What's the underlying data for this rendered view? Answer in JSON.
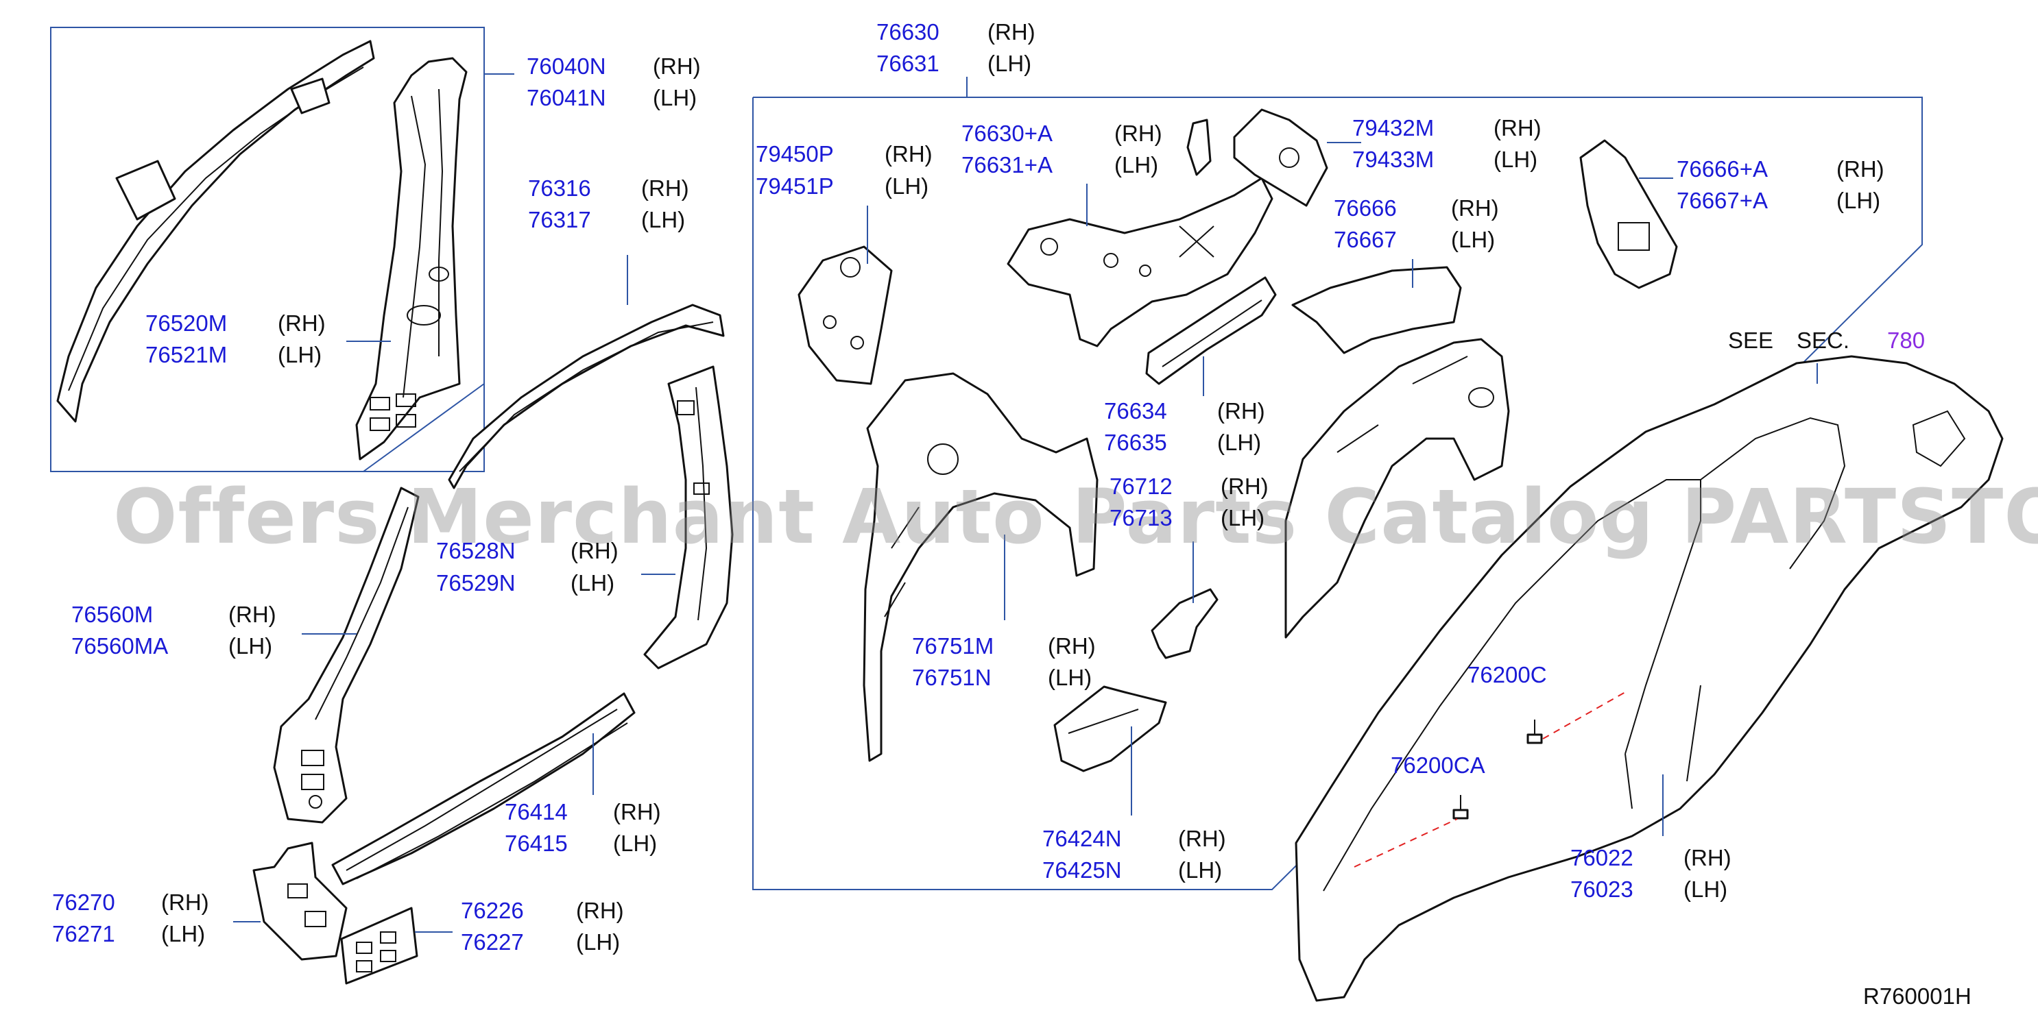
{
  "callouts": [
    {
      "pn": "76040N",
      "side": "(RH)"
    },
    {
      "pn": "76041N",
      "side": "(LH)"
    },
    {
      "pn": "76316",
      "side": "(RH)"
    },
    {
      "pn": "76317",
      "side": "(LH)"
    },
    {
      "pn": "76520M",
      "side": "(RH)"
    },
    {
      "pn": "76521M",
      "side": "(LH)"
    },
    {
      "pn": "76528N",
      "side": "(RH)"
    },
    {
      "pn": "76529N",
      "side": "(LH)"
    },
    {
      "pn": "76560M",
      "side": "(RH)"
    },
    {
      "pn": "76560MA",
      "side": "(LH)"
    },
    {
      "pn": "76414",
      "side": "(RH)"
    },
    {
      "pn": "76415",
      "side": "(LH)"
    },
    {
      "pn": "76270",
      "side": "(RH)"
    },
    {
      "pn": "76271",
      "side": "(LH)"
    },
    {
      "pn": "76226",
      "side": "(RH)"
    },
    {
      "pn": "76227",
      "side": "(LH)"
    },
    {
      "pn": "76630",
      "side": "(RH)"
    },
    {
      "pn": "76631",
      "side": "(LH)"
    },
    {
      "pn": "79450P",
      "side": "(RH)"
    },
    {
      "pn": "79451P",
      "side": "(LH)"
    },
    {
      "pn": "76630+A",
      "side": "(RH)"
    },
    {
      "pn": "76631+A",
      "side": "(LH)"
    },
    {
      "pn": "79432M",
      "side": "(RH)"
    },
    {
      "pn": "79433M",
      "side": "(LH)"
    },
    {
      "pn": "76666+A",
      "side": "(RH)"
    },
    {
      "pn": "76667+A",
      "side": "(LH)"
    },
    {
      "pn": "76666",
      "side": "(RH)"
    },
    {
      "pn": "76667",
      "side": "(LH)"
    },
    {
      "pn": "76634",
      "side": "(RH)"
    },
    {
      "pn": "76635",
      "side": "(LH)"
    },
    {
      "pn": "76712",
      "side": "(RH)"
    },
    {
      "pn": "76713",
      "side": "(LH)"
    },
    {
      "pn": "76751M",
      "side": "(RH)"
    },
    {
      "pn": "76751N",
      "side": "(LH)"
    },
    {
      "pn": "76424N",
      "side": "(RH)"
    },
    {
      "pn": "76425N",
      "side": "(LH)"
    },
    {
      "pn": "76022",
      "side": "(RH)"
    },
    {
      "pn": "76023",
      "side": "(LH)"
    }
  ],
  "singles": {
    "bolt_c": "76200C",
    "bolt_ca": "76200CA"
  },
  "see_sec": {
    "see": "SEE",
    "sec": "SEC.",
    "ref": "780"
  },
  "diagram_id": "R760001H",
  "watermark": "Offers Merchant Auto Parts Catalog PARTSTORE.SA",
  "colors": {
    "part_number": "#1a1ad6",
    "frame": "#2e55a5",
    "ref_link": "#8a2be2",
    "dashed": "#e22222"
  }
}
